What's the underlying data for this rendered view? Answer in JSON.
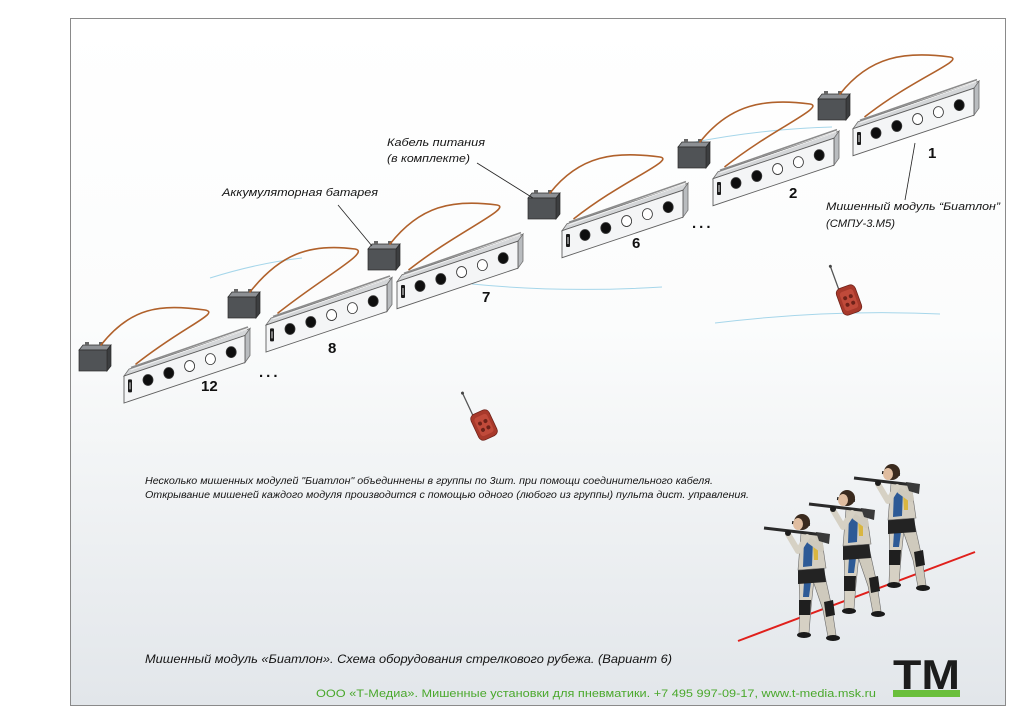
{
  "labels": {
    "power_cable": [
      "Кабель питания",
      "(в комплекте)"
    ],
    "battery": "Аккумуляторная батарея",
    "module": [
      "Мишенный модуль “Биатлон”",
      "(СМПУ-3.М5)"
    ]
  },
  "modules": [
    {
      "number": "12",
      "circles": [
        "black",
        "black",
        "white",
        "white",
        "black"
      ]
    },
    {
      "number": "8",
      "circles": [
        "black",
        "black",
        "white",
        "white",
        "black"
      ]
    },
    {
      "number": "7",
      "circles": [
        "black",
        "black",
        "white",
        "white",
        "black"
      ]
    },
    {
      "number": "6",
      "circles": [
        "black",
        "black",
        "white",
        "white",
        "black"
      ]
    },
    {
      "number": "2",
      "circles": [
        "black",
        "black",
        "white",
        "white",
        "black"
      ]
    },
    {
      "number": "1",
      "circles": [
        "black",
        "black",
        "white",
        "white",
        "black"
      ]
    }
  ],
  "ellipses": [
    "...",
    "..."
  ],
  "notes": [
    "Несколько мишенных модулей \"Биатлон\" объединнены в группы по 3шт. при помощи соединительного кабеля.",
    "Открывание мишеней каждого модуля производится с помощью одного (любого из группы) пульта дист. управления."
  ],
  "caption": "Мишенный модуль «Биатлон». Схема оборудования стрелкового рубежа. (Вариант 6)",
  "footer": "ООО «Т-Медиа». Мишенные установки для пневматики. +7 495 997-09-17, www.t-media.msk.ru",
  "logo_text": "TM",
  "colors": {
    "cable": "#b0612b",
    "ground_line": "#a6d6ea",
    "firing_line": "#e0201c",
    "footer_green": "#4aa82c",
    "logo_green": "#6abf3b",
    "remote_red": "#a8392b",
    "battery": "#505356"
  }
}
